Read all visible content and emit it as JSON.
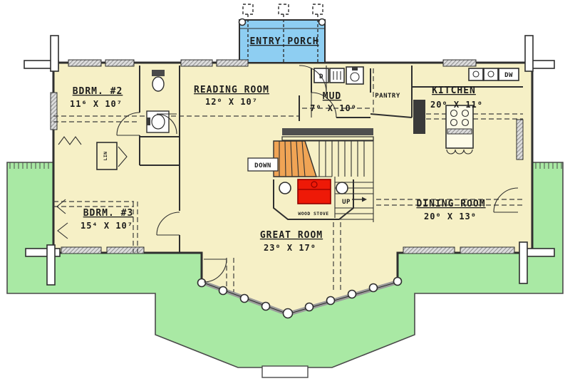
{
  "palette": {
    "floor": "#f6f0c6",
    "deck": "#a9e9a4",
    "porch": "#8ecef2",
    "stairs": "#f0a455",
    "stove": "#ee1907",
    "line": "#2f2f2f"
  },
  "rooms": {
    "entry_porch": {
      "name": "ENTRY PORCH"
    },
    "bdrm2": {
      "name": "BDRM. #2",
      "dims": "11⁶ X 10⁷"
    },
    "reading": {
      "name": "READING ROOM",
      "dims": "12⁰ X 10⁷"
    },
    "mud": {
      "name": "MUD",
      "dims": "7⁰ X 10⁰"
    },
    "pantry": {
      "name": "PANTRY"
    },
    "kitchen": {
      "name": "KITCHEN",
      "dims": "20⁰ X 11⁰"
    },
    "bdrm3": {
      "name": "BDRM. #3",
      "dims": "15⁴ X 10⁷"
    },
    "dining": {
      "name": "DINING ROOM",
      "dims": "20⁰ X 13⁰"
    },
    "great": {
      "name": "GREAT ROOM",
      "dims": "23⁰ X 17⁰"
    }
  },
  "labels": {
    "down": "DOWN",
    "up": "UP",
    "wood_stove": "WOOD STOVE",
    "linen": "LIN",
    "dryer": "D",
    "dishwasher": "DW"
  }
}
